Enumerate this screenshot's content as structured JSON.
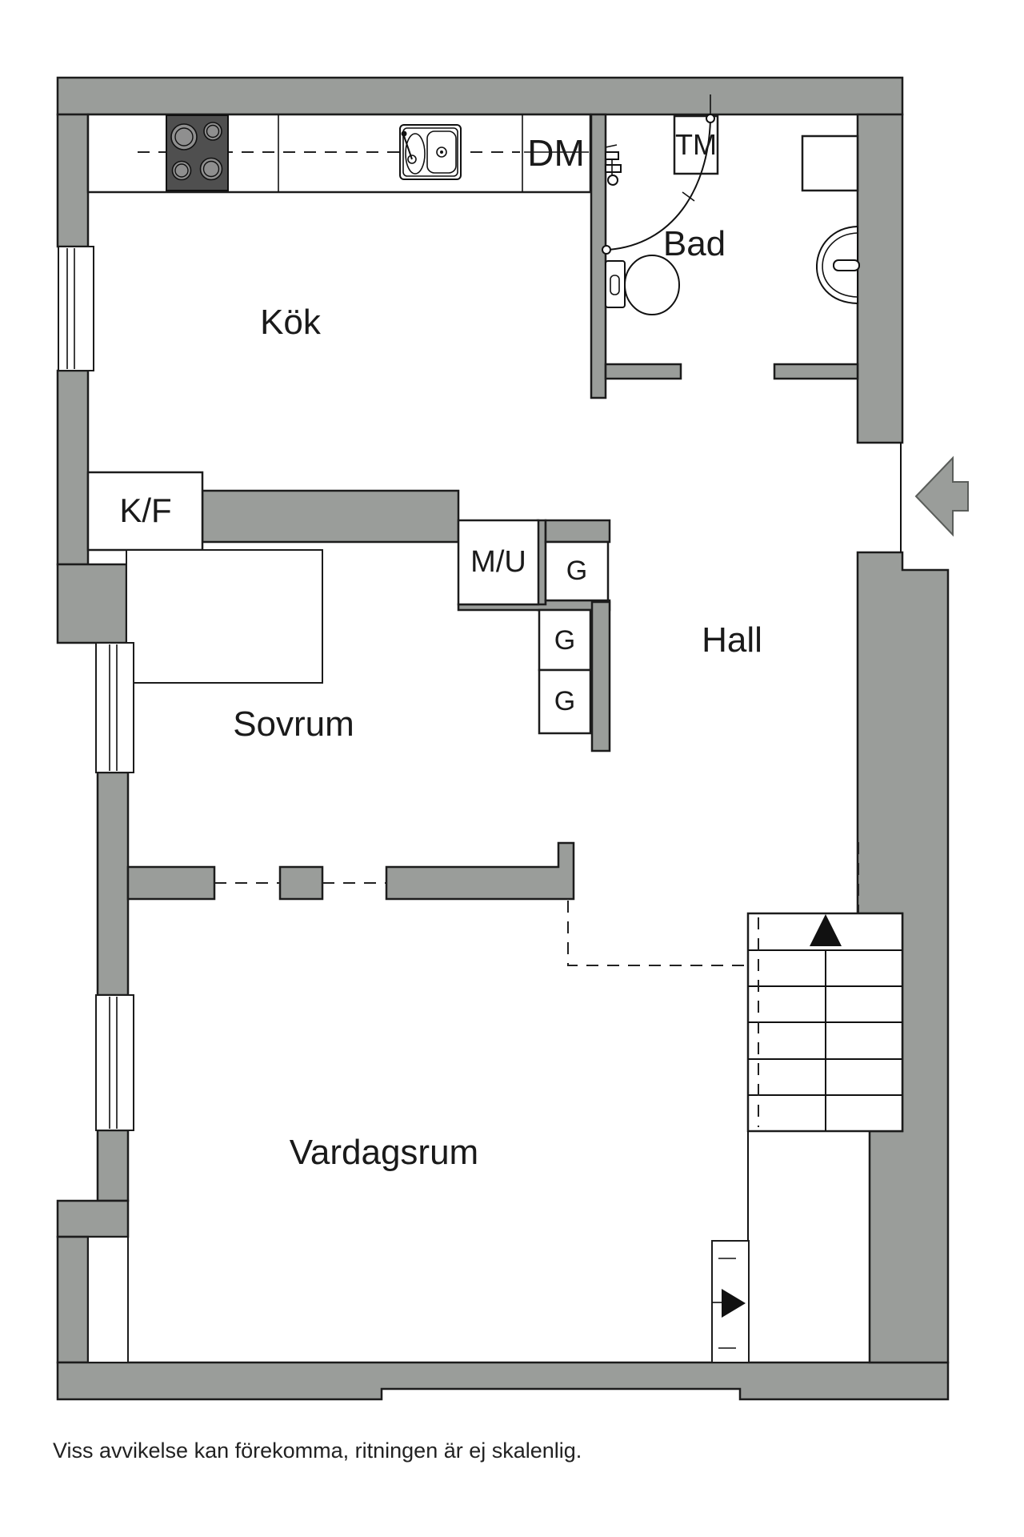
{
  "colors": {
    "wall": "#9a9d9a",
    "outline": "#1c1c1c",
    "stove": "#4f4f4f",
    "fixture_white": "#ffffff"
  },
  "rooms": {
    "kitchen": {
      "label": "Kök"
    },
    "bathroom": {
      "label": "Bad"
    },
    "hall": {
      "label": "Hall"
    },
    "bedroom": {
      "label": "Sovrum"
    },
    "living_room": {
      "label": "Vardagsrum"
    }
  },
  "appliances": {
    "dishwasher": {
      "label": "DM"
    },
    "washing_machine": {
      "label": "TM"
    },
    "fridge_freezer": {
      "label": "K/F"
    },
    "microwave": {
      "label": "M/U"
    },
    "wardrobe_1": {
      "label": "G"
    },
    "wardrobe_2": {
      "label": "G"
    },
    "wardrobe_3": {
      "label": "G"
    }
  },
  "icons": [
    "stove-icon",
    "kitchen-sink-icon",
    "shower-icon",
    "shower-curtain-icon",
    "toilet-icon",
    "washbasin-icon",
    "bath-cabinet-icon",
    "stairs-up-arrow-icon",
    "entry-arrow-icon",
    "exit-arrow-icon",
    "window-icon"
  ],
  "footer": {
    "note": "Viss avvikelse kan förekomma, ritningen är ej skalenlig."
  }
}
